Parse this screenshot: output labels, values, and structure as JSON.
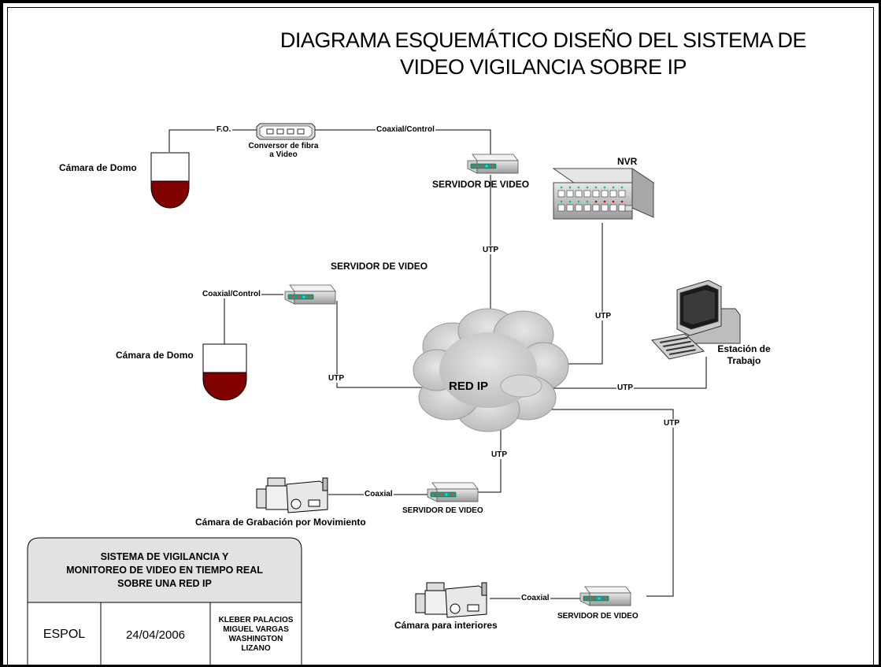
{
  "diagram": {
    "title_line1": "DIAGRAMA ESQUEMÁTICO DISEÑO DEL SISTEMA DE",
    "title_line2": "VIDEO VIGILANCIA SOBRE IP",
    "nodes": {
      "dome_camera_1": "Cámara de Domo",
      "converter_line1": "Conversor de fibra",
      "converter_line2": "a Video",
      "video_server_1": "SERVIDOR DE VIDEO",
      "nvr": "NVR",
      "video_server_2": "SERVIDOR DE VIDEO",
      "dome_camera_2": "Cámara de Domo",
      "ip_network": "RED IP",
      "workstation_line1": "Estación de",
      "workstation_line2": "Trabajo",
      "motion_camera": "Cámara de Grabación por Movimiento",
      "video_server_3": "SERVIDOR DE VIDEO",
      "indoor_camera": "Cámara para interiores",
      "video_server_4": "SERVIDOR DE VIDEO"
    },
    "links": {
      "fo": "F.O.",
      "coax_control_1": "Coaxial/Control",
      "coax_control_2": "Coaxial/Control",
      "utp_server1": "UTP",
      "utp_nvr": "UTP",
      "utp_server2": "UTP",
      "utp_workstation": "UTP",
      "utp_server3": "UTP",
      "utp_server4": "UTP",
      "coax_motion": "Coaxial",
      "coax_indoor": "Coaxial"
    }
  },
  "title_block": {
    "header_line1": "SISTEMA DE VIGILANCIA Y",
    "header_line2": "MONITOREO DE VIDEO EN TIEMPO REAL",
    "header_line3": "SOBRE UNA RED IP",
    "institution": "ESPOL",
    "date": "24/04/2006",
    "author_line1": "KLEBER PALACIOS",
    "author_line2": "MIGUEL VARGAS",
    "author_line3": "WASHINGTON",
    "author_line4": "LIZANO"
  },
  "colors": {
    "dome_red": "#800000",
    "cloud_gray": "#c8c8c8",
    "device_gray": "#b4b4b4",
    "led_green": "#00cc66",
    "led_red": "#cc0000"
  }
}
